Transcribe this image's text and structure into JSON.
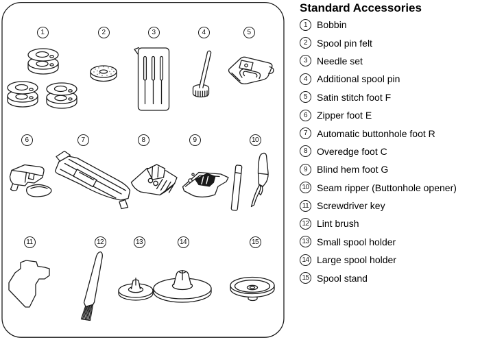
{
  "panel": {
    "title": "Standard Accessories"
  },
  "colors": {
    "line": "#1c1c1c",
    "text": "#000000",
    "background": "#ffffff"
  },
  "accessories": [
    {
      "num": "1",
      "label": "Bobbin",
      "illustration": "bobbin-icon"
    },
    {
      "num": "2",
      "label": "Spool pin felt",
      "illustration": "spool-pin-felt-icon"
    },
    {
      "num": "3",
      "label": "Needle set",
      "illustration": "needle-set-icon"
    },
    {
      "num": "4",
      "label": "Additional spool pin",
      "illustration": "additional-spool-pin-icon"
    },
    {
      "num": "5",
      "label": "Satin stitch foot F",
      "illustration": "satin-stitch-foot-icon"
    },
    {
      "num": "6",
      "label": "Zipper foot E",
      "illustration": "zipper-foot-icon"
    },
    {
      "num": "7",
      "label": "Automatic buttonhole foot R",
      "illustration": "buttonhole-foot-icon"
    },
    {
      "num": "8",
      "label": "Overedge foot C",
      "illustration": "overedge-foot-icon"
    },
    {
      "num": "9",
      "label": "Blind hem foot G",
      "illustration": "blind-hem-foot-icon"
    },
    {
      "num": "10",
      "label": "Seam ripper (Buttonhole opener)",
      "illustration": "seam-ripper-icon"
    },
    {
      "num": "11",
      "label": "Screwdriver key",
      "illustration": "screwdriver-key-icon"
    },
    {
      "num": "12",
      "label": "Lint brush",
      "illustration": "lint-brush-icon"
    },
    {
      "num": "13",
      "label": "Small spool holder",
      "illustration": "small-spool-holder-icon"
    },
    {
      "num": "14",
      "label": "Large spool holder",
      "illustration": "large-spool-holder-icon"
    },
    {
      "num": "15",
      "label": "Spool stand",
      "illustration": "spool-stand-icon"
    }
  ]
}
